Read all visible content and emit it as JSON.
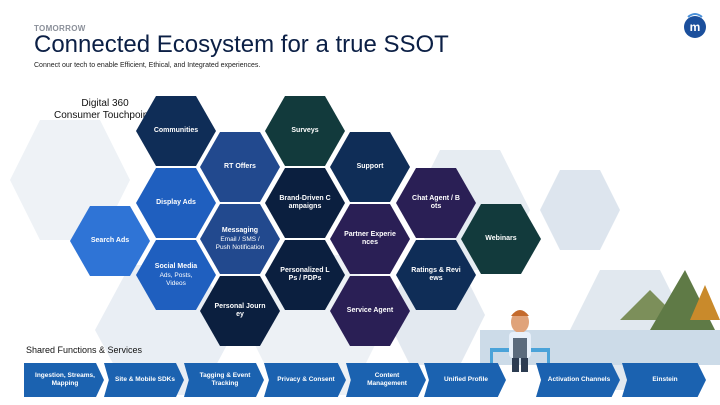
{
  "header": {
    "eyebrow": "TOMORROW",
    "title": "Connected Ecosystem for a true SSOT",
    "subtitle": "Connect our tech to enable Efficient, Ethical, and Integrated experiences."
  },
  "touchpoints_label": [
    "Digital 360",
    "Consumer Touchpoints"
  ],
  "colors": {
    "navy": "#0f2d57",
    "teal_dark": "#123a3c",
    "blue": "#1f5fbf",
    "bright_blue": "#2f74d6",
    "mid_blue": "#22498e",
    "purple": "#2a1f55",
    "dark_navy": "#0b1f3f",
    "bar_blue": "#1b62b0",
    "bg_hex": "#e8edf3"
  },
  "hexes": [
    {
      "id": "communities",
      "label": "Communities",
      "sub": "",
      "color": "#0f2d57"
    },
    {
      "id": "surveys",
      "label": "Surveys",
      "sub": "",
      "color": "#123a3c"
    },
    {
      "id": "rt-offers",
      "label": "RT Offers",
      "sub": "",
      "color": "#22498e"
    },
    {
      "id": "support",
      "label": "Support",
      "sub": "",
      "color": "#0f2d57"
    },
    {
      "id": "display-ads",
      "label": "Display Ads",
      "sub": "",
      "color": "#1f5fbf"
    },
    {
      "id": "brand-campaigns",
      "label": "Brand-Driven Campaigns",
      "sub": "",
      "color": "#0b1f3f"
    },
    {
      "id": "chat-agent",
      "label": "Chat Agent / Bots",
      "sub": "",
      "color": "#2a1f55"
    },
    {
      "id": "messaging",
      "label": "Messaging",
      "sub": "Email / SMS / Push Notification",
      "color": "#22498e"
    },
    {
      "id": "partner-exp",
      "label": "Partner Experiences",
      "sub": "",
      "color": "#2a1f55"
    },
    {
      "id": "search-ads",
      "label": "Search Ads",
      "sub": "",
      "color": "#2f74d6"
    },
    {
      "id": "webinars",
      "label": "Webinars",
      "sub": "",
      "color": "#123a3c"
    },
    {
      "id": "social-media",
      "label": "Social Media",
      "sub": "Ads, Posts, Videos",
      "color": "#1f5fbf"
    },
    {
      "id": "personalized",
      "label": "Personalized LPs / PDPs",
      "sub": "",
      "color": "#0b1f3f"
    },
    {
      "id": "ratings",
      "label": "Ratings & Reviews",
      "sub": "",
      "color": "#0f2d57"
    },
    {
      "id": "personal-journey",
      "label": "Personal Journey",
      "sub": "",
      "color": "#0b1f3f"
    },
    {
      "id": "service-agent",
      "label": "Service Agent",
      "sub": "",
      "color": "#2a1f55"
    }
  ],
  "shared_label": "Shared Functions & Services",
  "bar": [
    "Ingestion, Streams, Mapping",
    "Site & Mobile SDKs",
    "Tagging & Event Tracking",
    "Privacy & Consent",
    "Content Management",
    "Unified Profile",
    "Activation Channels",
    "Einstein"
  ]
}
